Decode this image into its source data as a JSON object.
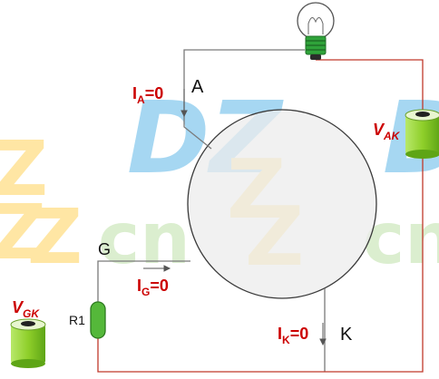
{
  "labels": {
    "ia_main": "I",
    "ia_sub": "A",
    "ia_value": "=0",
    "anode": "A",
    "gate": "G",
    "ig_main": "I",
    "ig_sub": "G",
    "ig_value": "=0",
    "ik_main": "I",
    "ik_sub": "K",
    "ik_value": "=0",
    "cathode": "K",
    "resistor": "R1",
    "vak_main": "V",
    "vak_sub": "AK",
    "vgk_main": "V",
    "vgk_sub": "GK"
  },
  "watermark": {
    "dz": "DZ",
    "dz_right": "D",
    "cn": "cn",
    "z": "Z"
  },
  "colors": {
    "wire_gray": "#7a7a7a",
    "wire_red": "#c0392b",
    "label_red": "#cc0000",
    "battery_green": "#8fcf2a",
    "resistor_green": "#55b83a",
    "device_fill": "#ececec",
    "watermark_blue": "#5fb8e8",
    "watermark_yellow": "#ffd35a",
    "watermark_green": "#bfe1a8"
  },
  "icons": {
    "lamp": "light-bulb-icon",
    "battery_ak": "battery-icon",
    "battery_gk": "battery-icon",
    "resistor": "resistor-icon"
  }
}
